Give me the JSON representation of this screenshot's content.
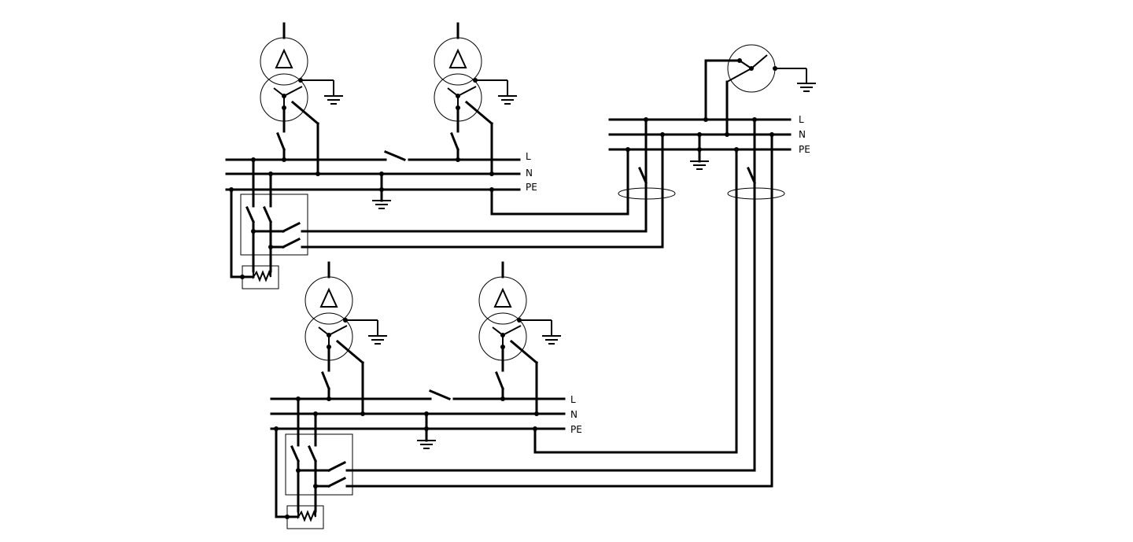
{
  "labels": {
    "line": "L",
    "neutral": "N",
    "protective_earth": "PE"
  },
  "colors": {
    "ink": "#000000",
    "background": "#ffffff"
  },
  "icons": {
    "transformer": "transformer-delta-wye-symbol",
    "ground": "ground-icon",
    "switch": "switch-contact-icon",
    "resistor": "resistor-zigzag-icon"
  }
}
